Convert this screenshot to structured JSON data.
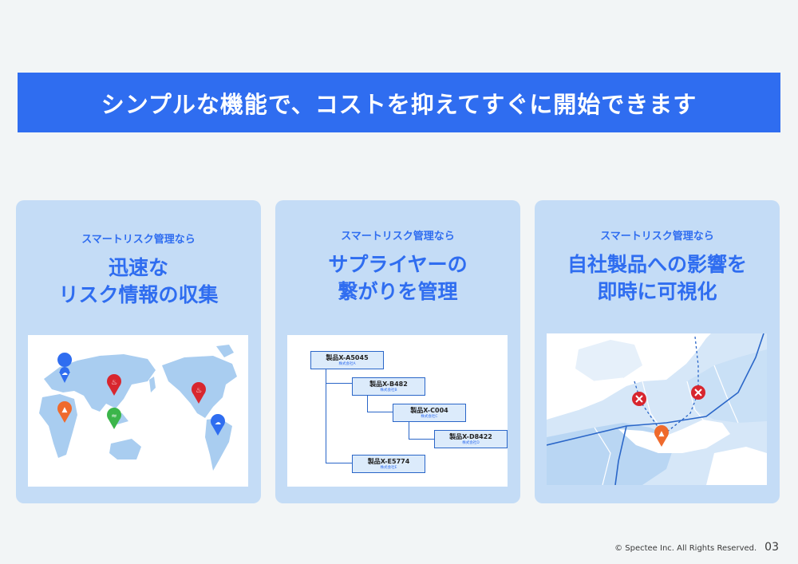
{
  "banner": {
    "title": "シンプルな機能で、コストを抑えてすぐに開始できます"
  },
  "cards": [
    {
      "subtitle": "スマートリスク管理なら",
      "title_line1": "迅速な",
      "title_line2": "リスク情報の収集"
    },
    {
      "subtitle": "スマートリスク管理なら",
      "title_line1": "サプライヤーの",
      "title_line2": "繋がりを管理"
    },
    {
      "subtitle": "スマートリスク管理なら",
      "title_line1": "自社製品への影響を",
      "title_line2": "即時に可視化"
    }
  ],
  "products": [
    {
      "name": "製品X-A5045",
      "company": "株式会社A"
    },
    {
      "name": "製品X-B482",
      "company": "株式会社B"
    },
    {
      "name": "製品X-C004",
      "company": "株式会社C"
    },
    {
      "name": "製品X-D8422",
      "company": "株式会社D"
    },
    {
      "name": "製品X-E5774",
      "company": "株式会社E"
    }
  ],
  "footer": {
    "copyright": "© Spectee Inc. All Rights Reserved.",
    "page": "03"
  },
  "colors": {
    "accent": "#2f6df0",
    "card": "#c4dcf6",
    "alert_red": "#d8262e",
    "alert_orange": "#ef6a2c",
    "pin_blue": "#2f6df0",
    "pin_green": "#3bb54a"
  }
}
